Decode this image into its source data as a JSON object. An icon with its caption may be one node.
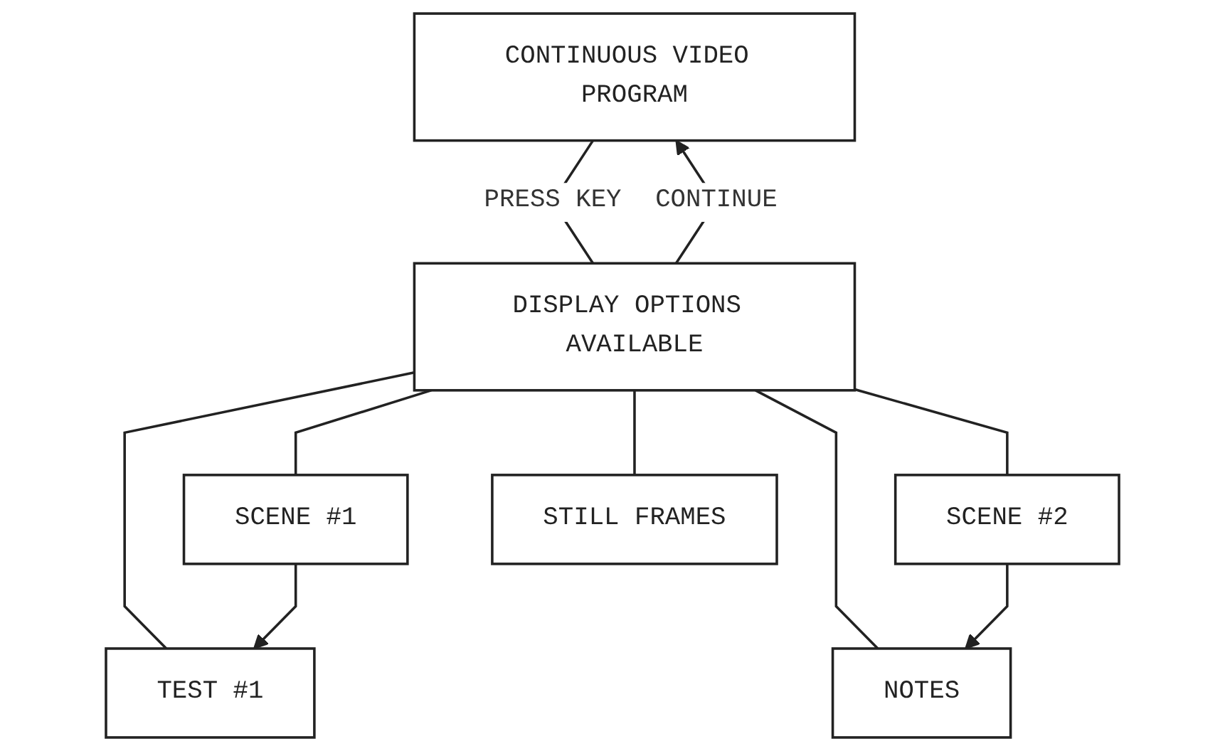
{
  "diagram": {
    "nodes": [
      {
        "text": [
          "CONTINUOUS VIDEO PROGRAM"
        ]
      },
      {
        "text": [
          "DISPLAY OPTIONS AVAILABLE"
        ]
      },
      {
        "text": [
          "SCENE #1"
        ]
      },
      {
        "text": [
          "SCENE #2"
        ]
      },
      {
        "text": [
          "STILL FRAMES"
        ]
      },
      {
        "text": [
          "TEST #1"
        ]
      },
      {
        "text": [
          "NOTES"
        ]
      }
    ],
    "edges": [
      {
        "from": 0,
        "to": 1,
        "arrow": "none",
        "label": "PRESS KEY"
      },
      {
        "from": 1,
        "to": 0,
        "arrow": "to",
        "label": "CONTINUE"
      },
      {
        "from": 1,
        "to": 2,
        "arrow": "none"
      },
      {
        "from": 1,
        "to": 5,
        "arrow": "none"
      },
      {
        "from": 1,
        "to": 3,
        "arrow": "none"
      },
      {
        "from": 1,
        "to": 6,
        "arrow": "none"
      },
      {
        "from": 1,
        "to": 4,
        "arrow": "none"
      },
      {
        "from": 2,
        "to": 5,
        "arrow": "to"
      },
      {
        "from": 3,
        "to": 6,
        "arrow": "to"
      }
    ]
  }
}
